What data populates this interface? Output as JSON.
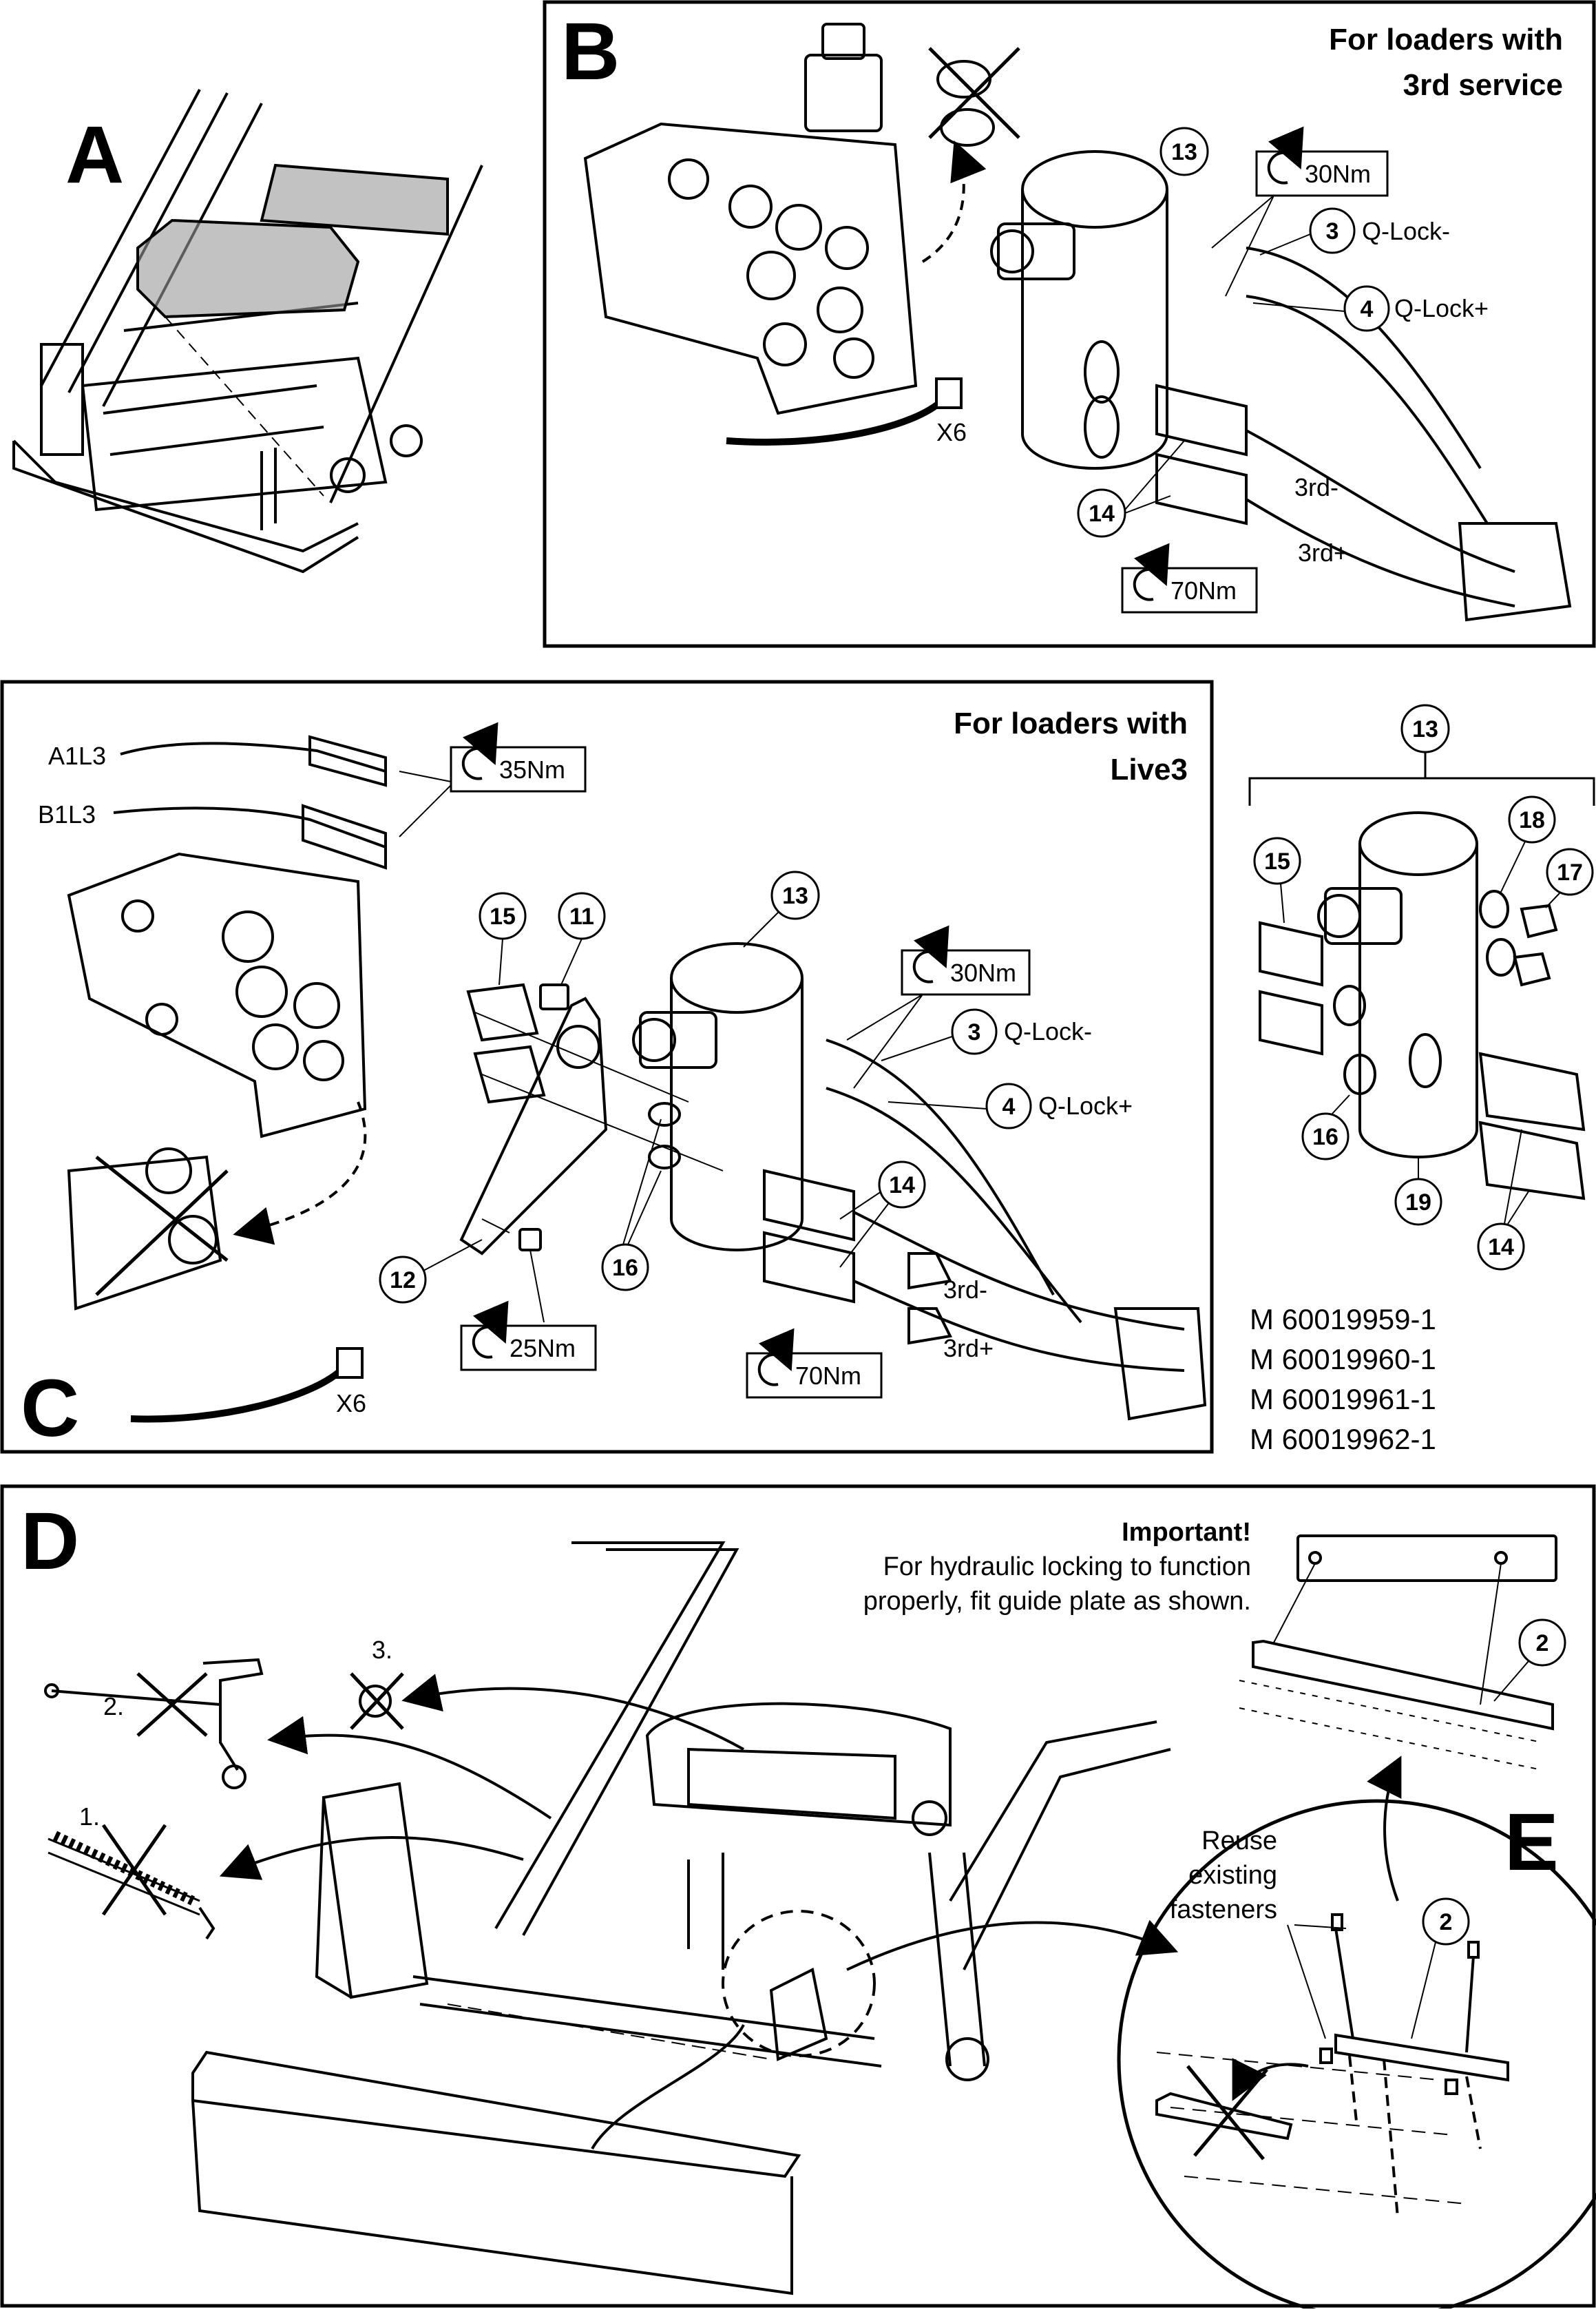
{
  "panels": {
    "a": {
      "letter": "A"
    },
    "b": {
      "letter": "B",
      "title_line1": "For loaders with",
      "title_line2": "3rd service"
    },
    "c": {
      "letter": "C",
      "title_line1": "For loaders with",
      "title_line2": "Live3"
    },
    "d": {
      "letter": "D"
    },
    "e": {
      "letter": "E"
    }
  },
  "panel_b": {
    "callouts": [
      "13",
      "3",
      "4",
      "14"
    ],
    "labels": {
      "q_lock_minus": "Q-Lock-",
      "q_lock_plus": "Q-Lock+",
      "x6": "X6",
      "third_minus": "3rd-",
      "third_plus": "3rd+"
    },
    "torques": [
      "30Nm",
      "70Nm"
    ]
  },
  "panel_c": {
    "callouts": [
      "15",
      "11",
      "13",
      "3",
      "4",
      "14",
      "12",
      "16"
    ],
    "labels": {
      "a1l3": "A1L3",
      "b1l3": "B1L3",
      "q_lock_minus": "Q-Lock-",
      "q_lock_plus": "Q-Lock+",
      "x6": "X6",
      "third_minus": "3rd-",
      "third_plus": "3rd+"
    },
    "torques": [
      "35Nm",
      "30Nm",
      "25Nm",
      "70Nm"
    ]
  },
  "detail": {
    "callouts": [
      "13",
      "18",
      "15",
      "17",
      "16",
      "19",
      "14"
    ],
    "part_numbers": [
      "M 60019959-1",
      "M 60019960-1",
      "M 60019961-1",
      "M 60019962-1"
    ]
  },
  "panel_d": {
    "steps": [
      "1.",
      "2.",
      "3."
    ],
    "important_title": "Important!",
    "important_line1": "For hydraulic locking to function",
    "important_line2": "properly, fit guide plate as shown.",
    "callouts": [
      "2",
      "2"
    ],
    "reuse_line1": "Reuse",
    "reuse_line2": "existing",
    "reuse_line3": "fasteners"
  },
  "colors": {
    "ink": "#000000",
    "cover_gray": "#9a9a9a",
    "paper": "#ffffff"
  }
}
